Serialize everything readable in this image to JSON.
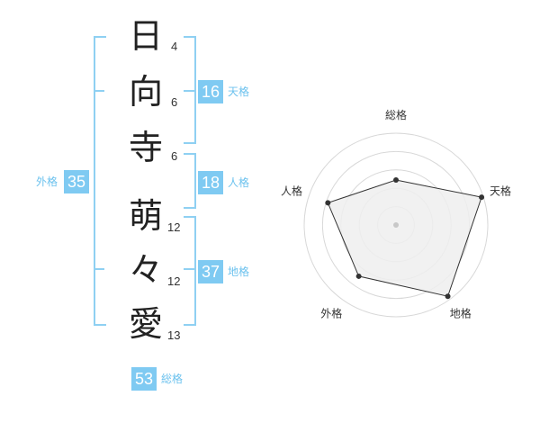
{
  "name_chars": [
    {
      "char": "日",
      "strokes": "4"
    },
    {
      "char": "向",
      "strokes": "6"
    },
    {
      "char": "寺",
      "strokes": "6"
    },
    {
      "char": "萌",
      "strokes": "12"
    },
    {
      "char": "々",
      "strokes": "12"
    },
    {
      "char": "愛",
      "strokes": "13"
    }
  ],
  "kakaku": {
    "tenkaku": {
      "value": "16",
      "label": "天格"
    },
    "jinkaku": {
      "value": "18",
      "label": "人格"
    },
    "chikaku": {
      "value": "37",
      "label": "地格"
    },
    "gaikaku": {
      "value": "35",
      "label": "外格"
    },
    "soukaku": {
      "value": "53",
      "label": "総格"
    }
  },
  "radar": {
    "axes": [
      "総格",
      "天格",
      "地格",
      "外格",
      "人格"
    ],
    "values": [
      0.49,
      0.98,
      0.96,
      0.69,
      0.78
    ],
    "rings": 5,
    "colors": {
      "fill": "#efefef",
      "stroke": "#333333",
      "ring": "#d8d8d8",
      "center_dot": "#c8c8c8",
      "point": "#333333"
    }
  },
  "colors": {
    "accent": "#7fcaf2",
    "bracket": "#8fd0f2",
    "label": "#6cc2ee"
  }
}
